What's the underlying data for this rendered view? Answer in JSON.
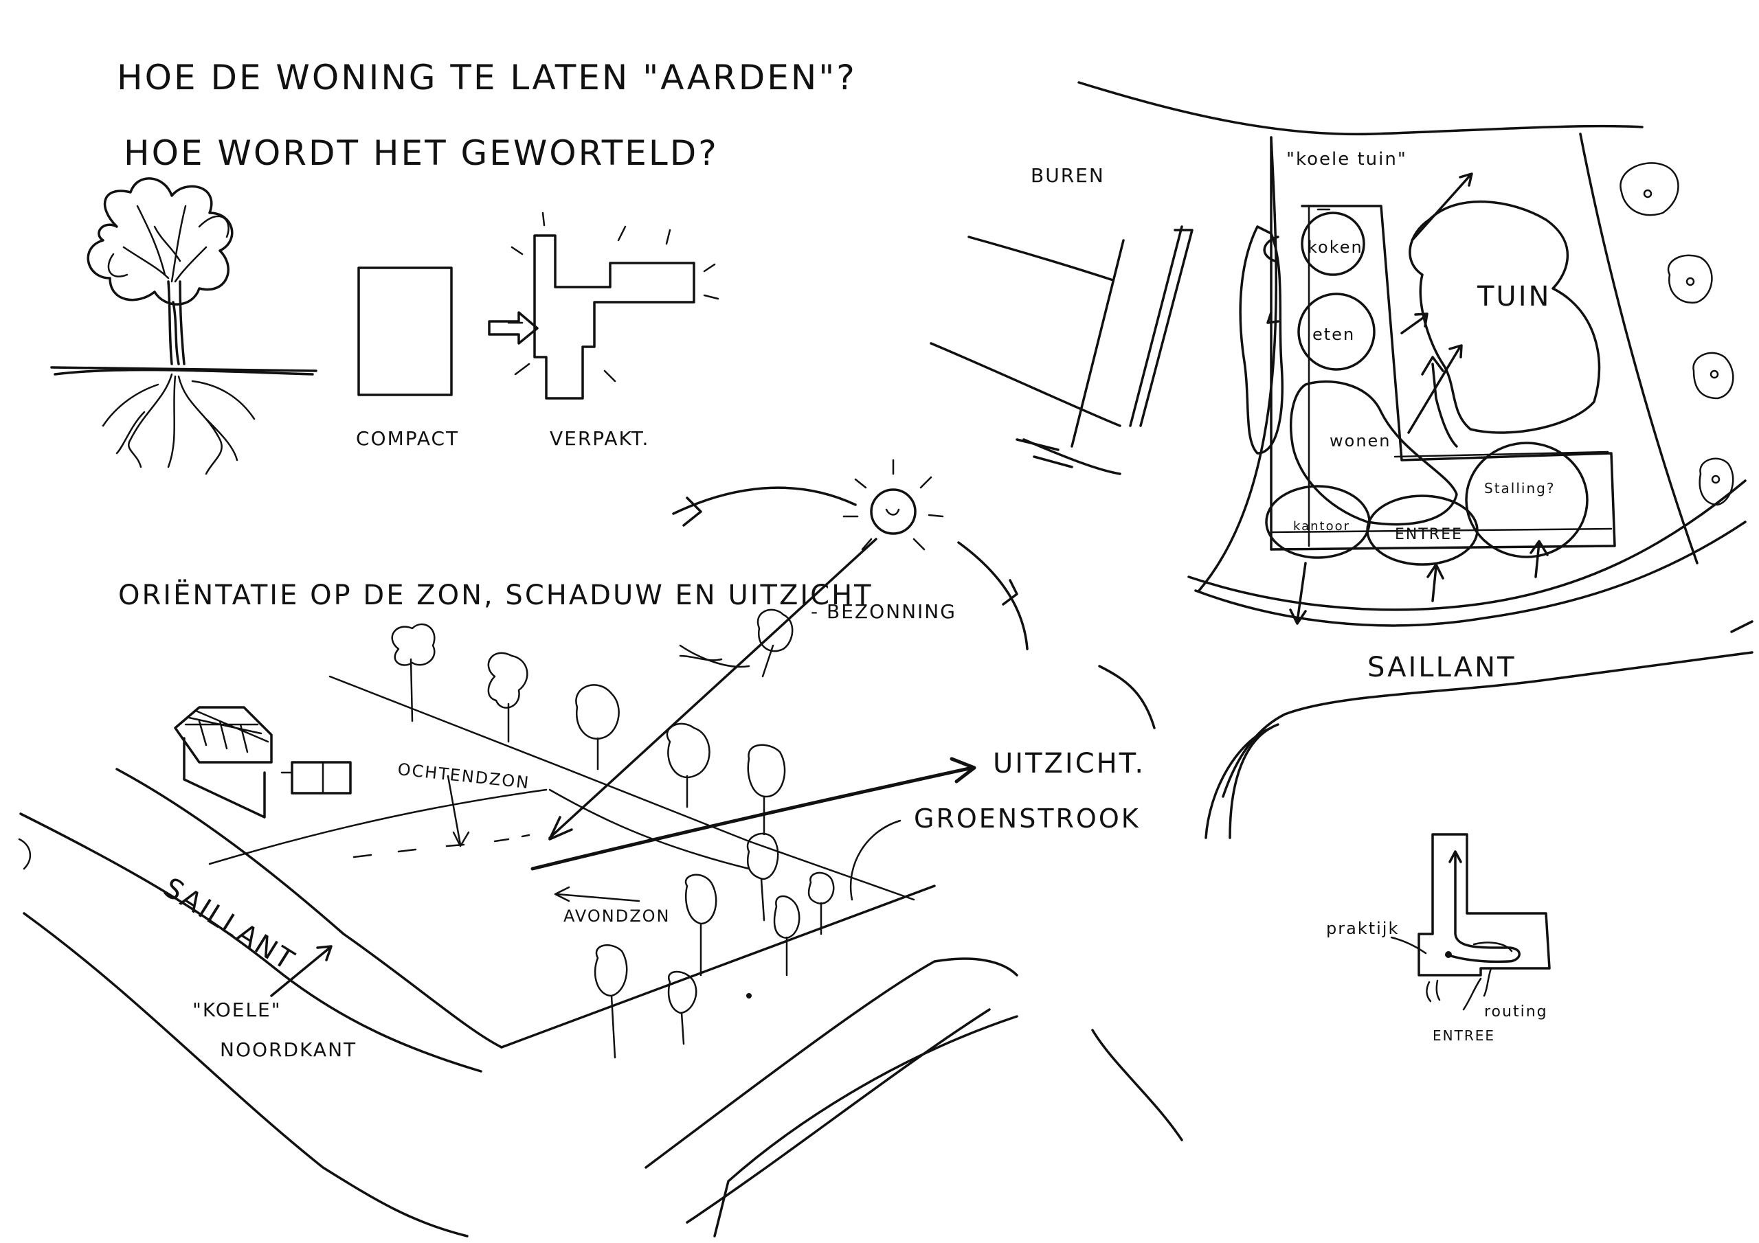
{
  "titles": {
    "line1": "HOE DE WONING TE LATEN \"AARDEN\"?",
    "line2": "HOE WORDT HET GEWORTELD?"
  },
  "concept": {
    "compact": "COMPACT",
    "verpakt": "VERPAKT."
  },
  "orientation": {
    "heading": "ORIËNTATIE OP DE ZON, SCHADUW EN UITZICHT",
    "bezonning": "- BEZONNING",
    "ochtendzon": "OCHTENDZON",
    "avondzon": "AVONDZON",
    "uitzicht": "UITZICHT.",
    "groenstrook": "GROENSTROOK",
    "street": "SAILLANT",
    "koele": "\"KOELE\"",
    "noordkant": "NOORDKANT"
  },
  "plan": {
    "buren": "BUREN",
    "koele_tuin": "\"koele tuin\"",
    "koken": "koken",
    "eten": "eten",
    "wonen": "wonen",
    "tuin": "TUIN",
    "stalling": "Stalling?",
    "kantoor": "kantoor",
    "entree": "ENTREE",
    "street": "SAILLANT"
  },
  "routing": {
    "praktijk": "praktijk",
    "routing": "routing",
    "entree": "ENTREE"
  }
}
